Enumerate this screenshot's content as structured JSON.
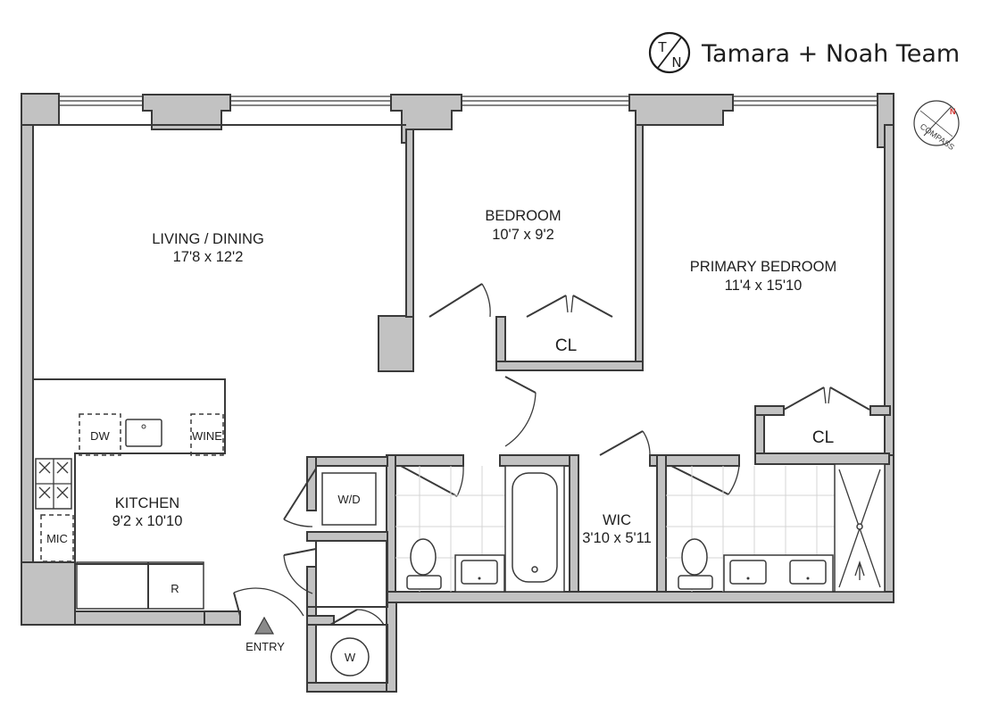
{
  "brand": {
    "logo_top": "T",
    "logo_bottom": "N",
    "name": "Tamara + Noah Team"
  },
  "compass": {
    "north": "N",
    "label": "COMPASS",
    "north_color": "#d0312d"
  },
  "rooms": {
    "living_dining": {
      "name": "LIVING / DINING",
      "dims": "17'8 x 12'2"
    },
    "bedroom": {
      "name": "BEDROOM",
      "dims": "10'7 x 9'2"
    },
    "primary_bedroom": {
      "name": "PRIMARY BEDROOM",
      "dims": "11'4 x 15'10"
    },
    "kitchen": {
      "name": "KITCHEN",
      "dims": "9'2 x 10'10"
    },
    "wic": {
      "name": "WIC",
      "dims": "3'10 x 5'11"
    },
    "closet_bedroom": {
      "name": "CL"
    },
    "closet_primary": {
      "name": "CL"
    }
  },
  "fixtures": {
    "dishwasher": "DW",
    "wine": "WINE",
    "microwave": "MIC",
    "refrigerator": "R",
    "washer_dryer": "W/D",
    "water_heater": "W"
  },
  "entry": {
    "label": "ENTRY"
  },
  "colors": {
    "wall_fill": "#c2c2c2",
    "line": "#3a3a3a"
  }
}
